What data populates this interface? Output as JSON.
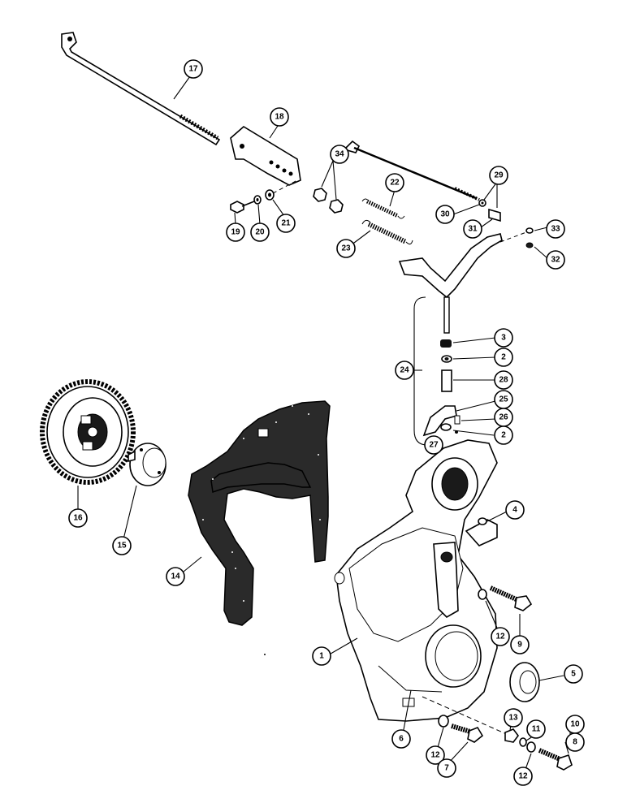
{
  "callouts": [
    {
      "id": "c1",
      "label": "1"
    },
    {
      "id": "c2a",
      "label": "2"
    },
    {
      "id": "c2b",
      "label": "2"
    },
    {
      "id": "c3",
      "label": "3"
    },
    {
      "id": "c4",
      "label": "4"
    },
    {
      "id": "c5",
      "label": "5"
    },
    {
      "id": "c6",
      "label": "6"
    },
    {
      "id": "c7",
      "label": "7"
    },
    {
      "id": "c8",
      "label": "8"
    },
    {
      "id": "c9",
      "label": "9"
    },
    {
      "id": "c10",
      "label": "10"
    },
    {
      "id": "c11",
      "label": "11"
    },
    {
      "id": "c12a",
      "label": "12"
    },
    {
      "id": "c12b",
      "label": "12"
    },
    {
      "id": "c12c",
      "label": "12"
    },
    {
      "id": "c13",
      "label": "13"
    },
    {
      "id": "c14",
      "label": "14"
    },
    {
      "id": "c15",
      "label": "15"
    },
    {
      "id": "c16",
      "label": "16"
    },
    {
      "id": "c17",
      "label": "17"
    },
    {
      "id": "c18",
      "label": "18"
    },
    {
      "id": "c19",
      "label": "19"
    },
    {
      "id": "c20",
      "label": "20"
    },
    {
      "id": "c21",
      "label": "21"
    },
    {
      "id": "c22",
      "label": "22"
    },
    {
      "id": "c23",
      "label": "23"
    },
    {
      "id": "c24",
      "label": "24"
    },
    {
      "id": "c25",
      "label": "25"
    },
    {
      "id": "c26",
      "label": "26"
    },
    {
      "id": "c27",
      "label": "27"
    },
    {
      "id": "c28",
      "label": "28"
    },
    {
      "id": "c29",
      "label": "29"
    },
    {
      "id": "c30",
      "label": "30"
    },
    {
      "id": "c31",
      "label": "31"
    },
    {
      "id": "c32",
      "label": "32"
    },
    {
      "id": "c33",
      "label": "33"
    },
    {
      "id": "c34",
      "label": "34"
    }
  ]
}
